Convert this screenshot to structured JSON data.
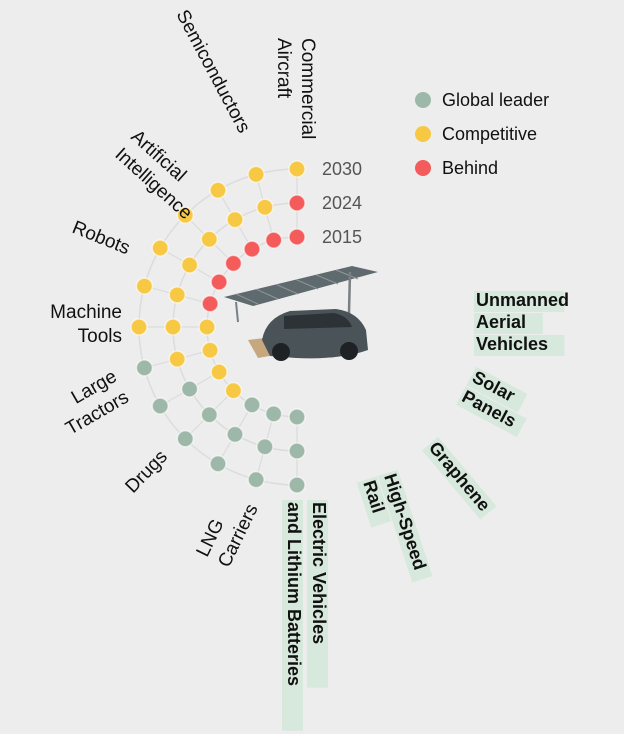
{
  "colors": {
    "global_leader": "#9db8a8",
    "competitive": "#f7c843",
    "behind": "#f45b5b",
    "background": "#ededee",
    "ring": "#dcdcdc",
    "highlight": "#d7e8dc"
  },
  "chart_data": {
    "type": "radial-dot",
    "legend": [
      {
        "key": "global_leader",
        "label": "Global leader"
      },
      {
        "key": "competitive",
        "label": "Competitive"
      },
      {
        "key": "behind",
        "label": "Behind"
      }
    ],
    "years": [
      "2030",
      "2024",
      "2015"
    ],
    "categories": [
      {
        "name": "Commercial Aircraft",
        "lines": [
          "Commercial",
          "Aircraft"
        ],
        "bold": false,
        "status": [
          "competitive",
          "behind",
          "behind"
        ]
      },
      {
        "name": "Semiconductors",
        "lines": [
          "Semiconductors"
        ],
        "bold": false,
        "status": [
          "competitive",
          "competitive",
          "behind"
        ]
      },
      {
        "name": "Artificial Intelligence",
        "lines": [
          "Artificial",
          "Intelligence"
        ],
        "bold": false,
        "status": [
          "competitive",
          "competitive",
          "behind"
        ]
      },
      {
        "name": "Robots",
        "lines": [
          "Robots"
        ],
        "bold": false,
        "status": [
          "competitive",
          "competitive",
          "behind"
        ]
      },
      {
        "name": "Machine Tools",
        "lines": [
          "Machine",
          "Tools"
        ],
        "bold": false,
        "status": [
          "competitive",
          "competitive",
          "behind"
        ]
      },
      {
        "name": "Large Tractors",
        "lines": [
          "Large",
          "Tractors"
        ],
        "bold": false,
        "status": [
          "competitive",
          "competitive",
          "behind"
        ]
      },
      {
        "name": "Drugs",
        "lines": [
          "Drugs"
        ],
        "bold": false,
        "status": [
          "competitive",
          "competitive",
          "competitive"
        ]
      },
      {
        "name": "LNG Carriers",
        "lines": [
          "LNG",
          "Carriers"
        ],
        "bold": false,
        "status": [
          "global_leader",
          "competitive",
          "competitive"
        ]
      },
      {
        "name": "Electric Vehicles and Lithium Batteries",
        "lines": [
          "Electric Vehicles",
          "and Lithium Batteries"
        ],
        "bold": true,
        "status": [
          "global_leader",
          "global_leader",
          "competitive"
        ]
      },
      {
        "name": "High-Speed Rail",
        "lines": [
          "High-Speed",
          "Rail"
        ],
        "bold": true,
        "status": [
          "global_leader",
          "global_leader",
          "competitive"
        ]
      },
      {
        "name": "Graphene",
        "lines": [
          "Graphene"
        ],
        "bold": true,
        "status": [
          "global_leader",
          "global_leader",
          "global_leader"
        ]
      },
      {
        "name": "Solar Panels",
        "lines": [
          "Solar",
          "Panels"
        ],
        "bold": true,
        "status": [
          "global_leader",
          "global_leader",
          "global_leader"
        ]
      },
      {
        "name": "Unmanned Aerial Vehicles",
        "lines": [
          "Unmanned",
          "Aerial",
          "Vehicles"
        ],
        "bold": true,
        "status": [
          "global_leader",
          "global_leader",
          "global_leader"
        ]
      }
    ]
  }
}
